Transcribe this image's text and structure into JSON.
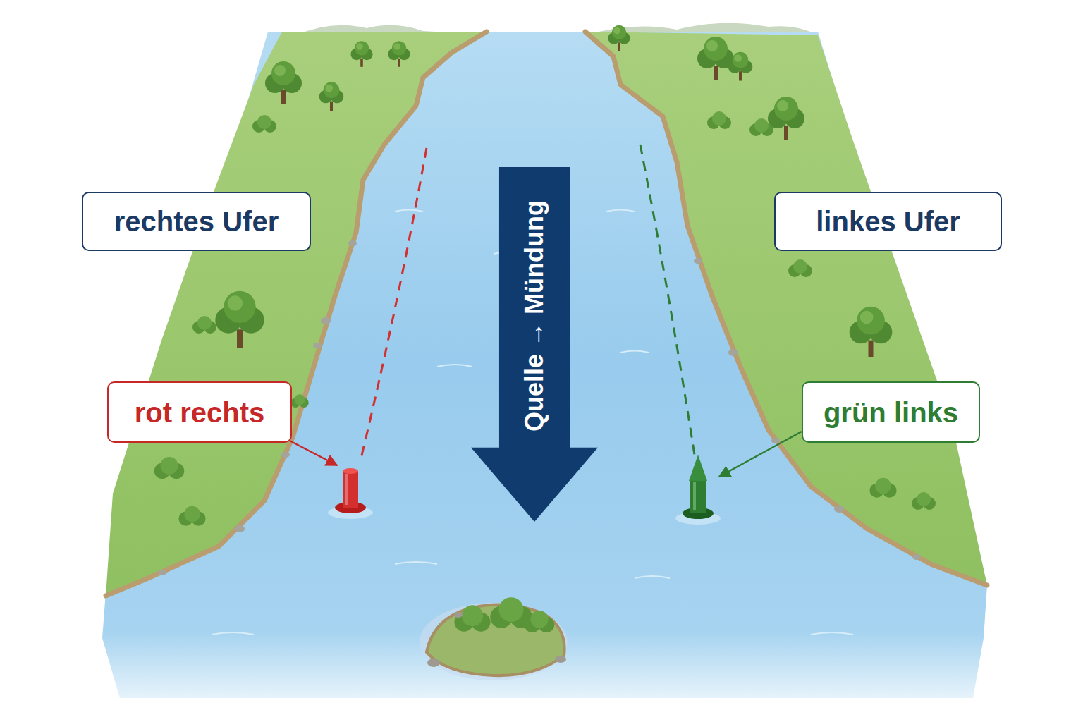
{
  "diagram": {
    "nodes": [
      {
        "text": [
          "rechtes Ufer"
        ]
      },
      {
        "text": [
          "Quelle → Mündung"
        ]
      },
      {
        "text": [
          "linkes Ufer"
        ]
      },
      {
        "text": [
          "rot rechts"
        ]
      },
      {
        "text": [
          "grün links"
        ]
      }
    ]
  }
}
